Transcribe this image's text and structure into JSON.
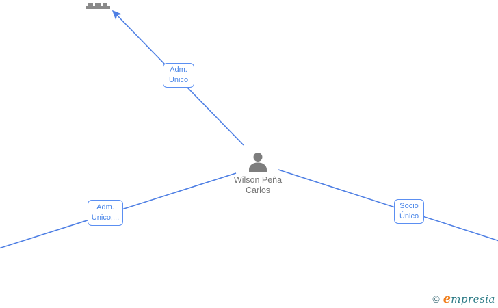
{
  "colors": {
    "edge_blue": "#4e7fe4",
    "label_border_blue": "#5b8ff2",
    "label_text_blue": "#4a86e8",
    "node_gray": "#7d7d7d",
    "building_gray": "#8a8a8a",
    "name_gray": "#757575",
    "logo_orange": "#f0801f",
    "logo_teal": "#2b7a85"
  },
  "nodes": {
    "company": {
      "icon": "building-icon"
    },
    "person": {
      "icon": "person-icon",
      "name_line1": "Wilson Peña",
      "name_line2": "Carlos"
    }
  },
  "edges": [
    {
      "id": "top",
      "line1": "Adm.",
      "line2": "Unico"
    },
    {
      "id": "left",
      "line1": "Adm.",
      "line2": "Unico,..."
    },
    {
      "id": "right",
      "line1": "Socio",
      "line2": "Único"
    }
  ],
  "footer": {
    "copyright": "©",
    "logo_e": "e",
    "logo_rest": "mpresia"
  }
}
